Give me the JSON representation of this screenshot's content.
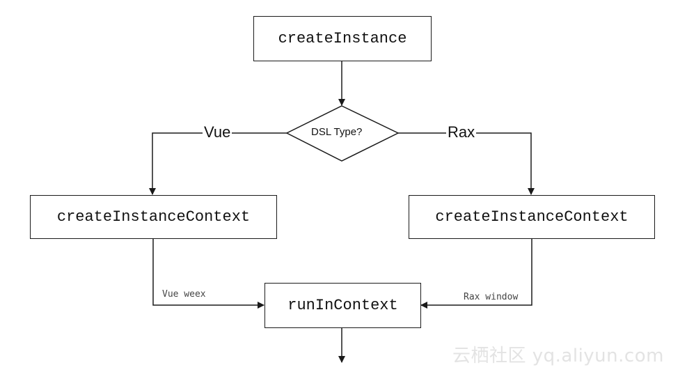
{
  "nodes": {
    "create_instance": "createInstance",
    "dsl_type": "DSL Type?",
    "context_left": "createInstanceContext",
    "context_right": "createInstanceContext",
    "run_in_context": "runInContext"
  },
  "edges": {
    "vue": "Vue",
    "rax": "Rax",
    "vue_weex": "Vue weex",
    "rax_window": "Rax window"
  },
  "watermark": "云栖社区 yq.aliyun.com"
}
